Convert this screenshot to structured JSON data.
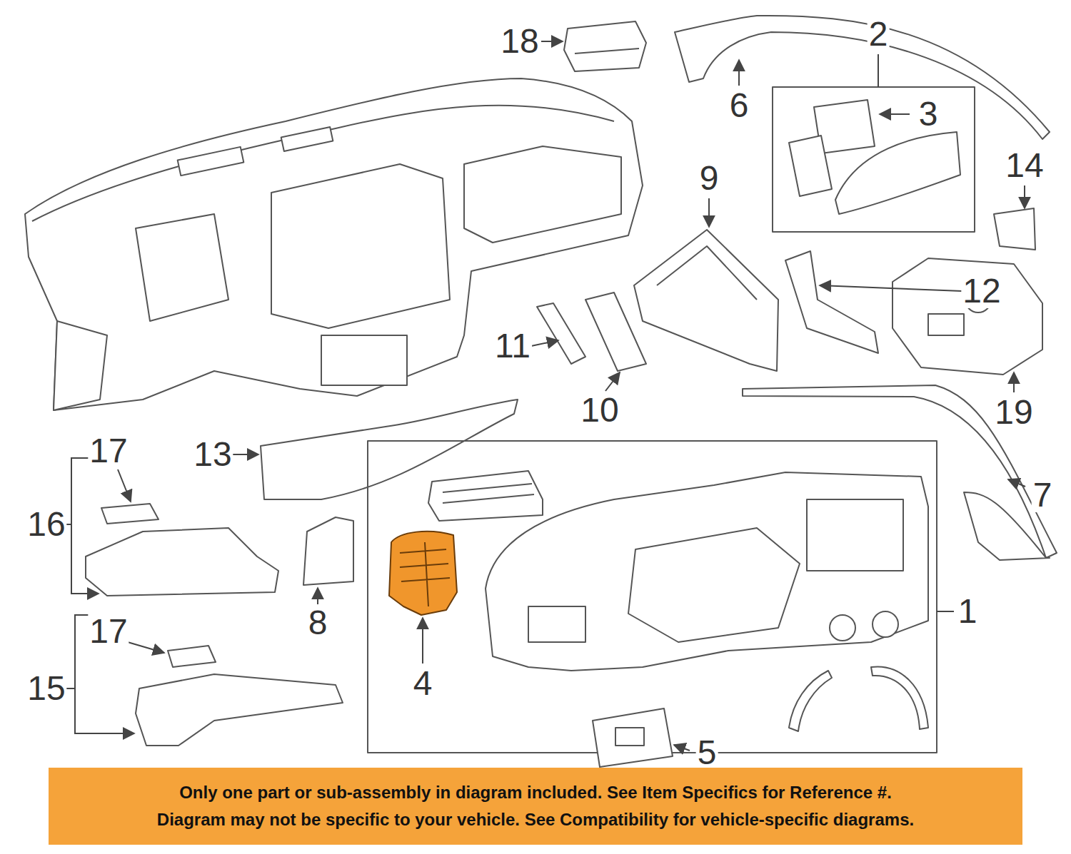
{
  "diagram": {
    "nodes": [
      {
        "text": [
          "Only one part or sub-assembly in diagram included. See Item Specifics for Reference #.",
          "Diagram may not be specific to your vehicle. See Compatibility for vehicle-specific diagrams."
        ]
      }
    ],
    "labels": [
      "18",
      "6",
      "2",
      "3",
      "14",
      "9",
      "12",
      "11",
      "10",
      "19",
      "13",
      "7",
      "17",
      "16",
      "1",
      "8",
      "4",
      "17",
      "15",
      "5"
    ]
  }
}
